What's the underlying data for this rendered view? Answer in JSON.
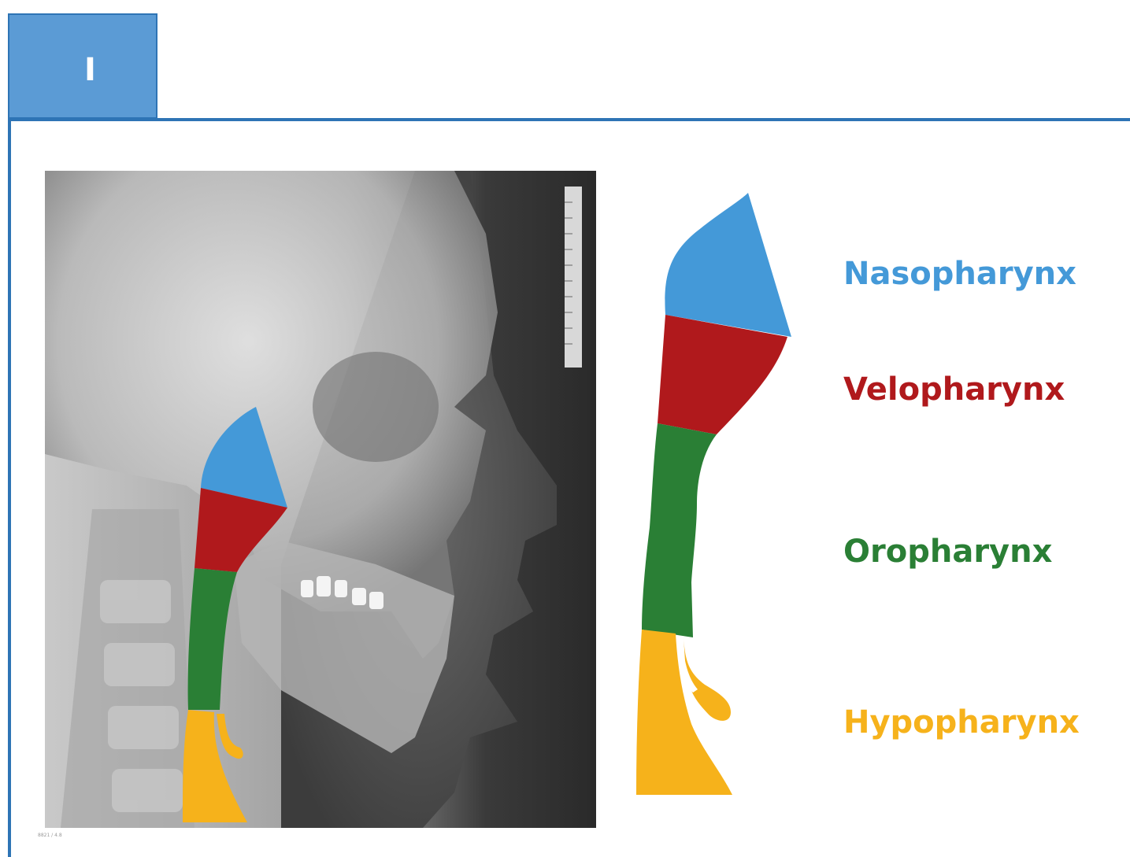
{
  "header": {
    "tab_label": "I"
  },
  "colors": {
    "frame": "#2e74b5",
    "tab_fill": "#5b9bd5",
    "nasopharynx": "#4499d8",
    "velopharynx": "#b0191c",
    "oropharynx": "#2a7f35",
    "hypopharynx": "#f6b21b"
  },
  "regions": [
    {
      "key": "naso",
      "label": "Nasopharynx",
      "color": "#4499d8"
    },
    {
      "key": "velo",
      "label": "Velopharynx",
      "color": "#b0191c"
    },
    {
      "key": "oro",
      "label": "Oropharynx",
      "color": "#2a7f35"
    },
    {
      "key": "hypo",
      "label": "Hypopharynx",
      "color": "#f6b21b"
    }
  ],
  "xray": {
    "caption": "8821 / 4.8"
  }
}
